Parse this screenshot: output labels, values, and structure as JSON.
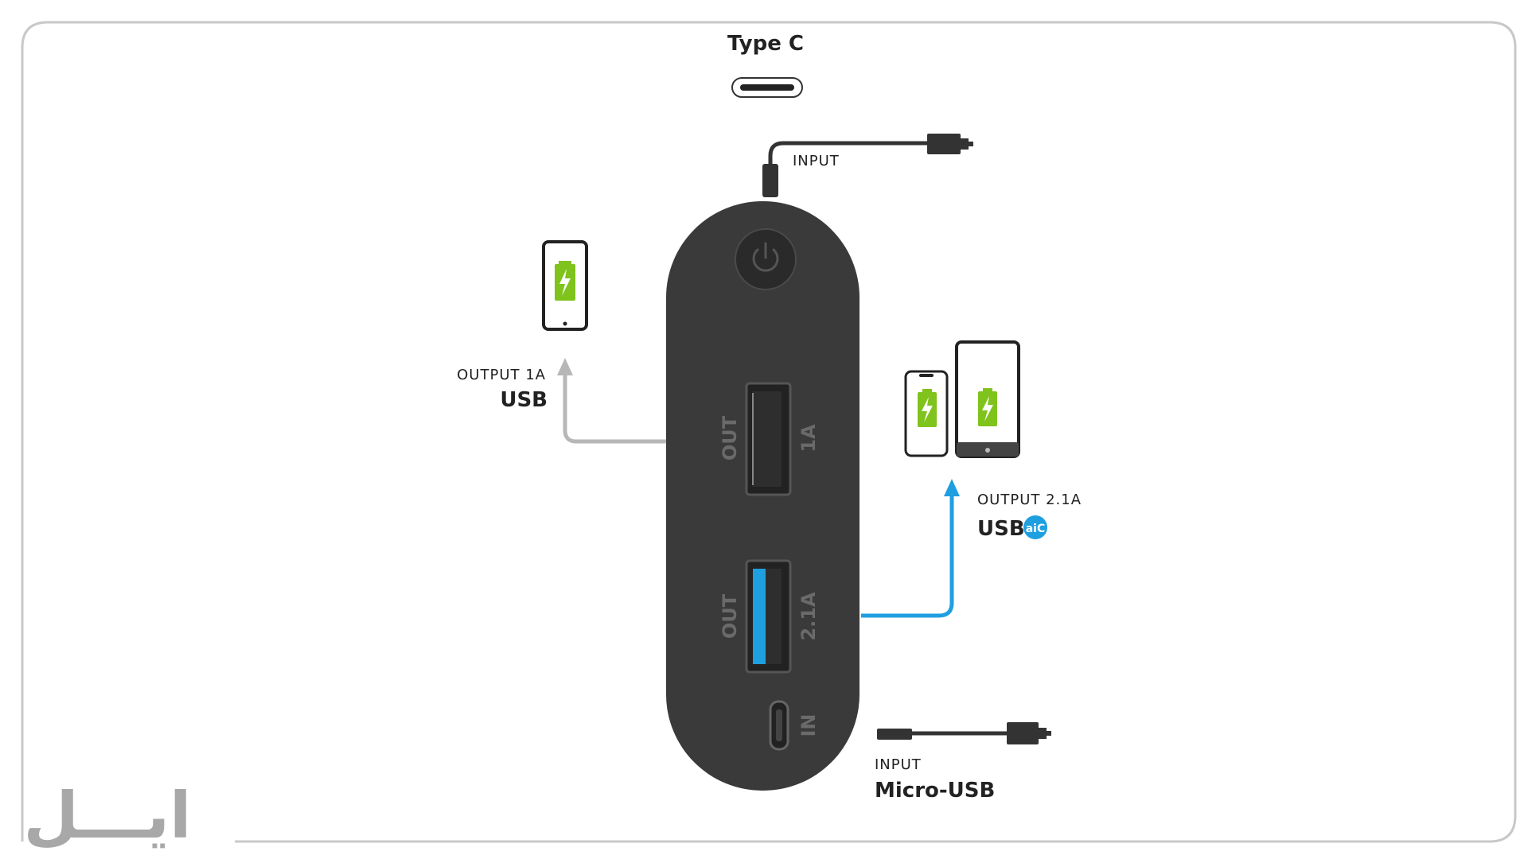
{
  "type_c": {
    "title": "Type C"
  },
  "input_top": {
    "label": "INPUT"
  },
  "output_1a": {
    "small_label": "OUTPUT 1A",
    "big_label": "USB"
  },
  "output_21a": {
    "small_label": "OUTPUT 2.1A",
    "big_label": "USB",
    "badge_text": "aiC"
  },
  "input_bottom": {
    "small_label": "INPUT",
    "big_label": "Micro-USB"
  },
  "power_bank": {
    "port1_out": "OUT",
    "port1_rating": "1A",
    "port2_out": "OUT",
    "port2_rating": "2.1A",
    "micro_in": "IN"
  },
  "watermark": {
    "text": "ایـــل"
  },
  "colors": {
    "frame": "#c8c8c8",
    "body": "#3a3a3a",
    "cable_dark": "#333333",
    "arrow_grey": "#b7b7b7",
    "arrow_blue": "#1e9fe0",
    "battery_green": "#7fc31c",
    "badge_blue": "#1e9fe0"
  }
}
